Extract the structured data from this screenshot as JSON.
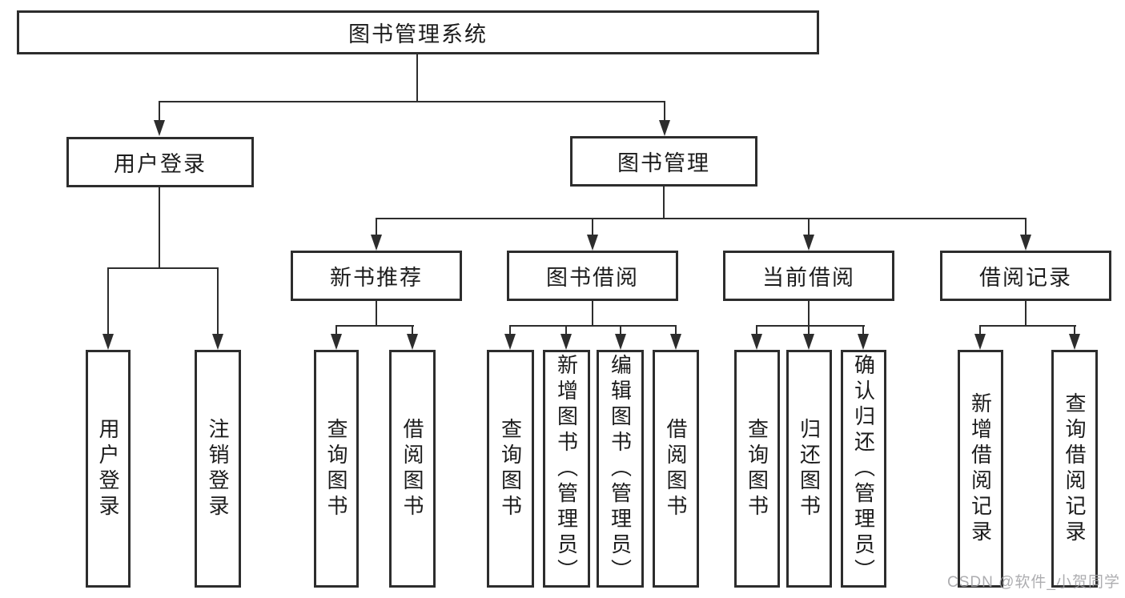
{
  "diagram": {
    "root": {
      "label": "图书管理系统"
    },
    "branches": {
      "user_login": {
        "label": "用户登录",
        "children": [
          "用户登录",
          "注销登录"
        ]
      },
      "book_mgmt": {
        "label": "图书管理",
        "children": {
          "new_book_rec": {
            "label": "新书推荐",
            "children": [
              "查询图书",
              "借阅图书"
            ]
          },
          "book_borrow": {
            "label": "图书借阅",
            "children": [
              "查询图书",
              "新增图书（管理员）",
              "编辑图书（管理员）",
              "借阅图书"
            ]
          },
          "current_borrow": {
            "label": "当前借阅",
            "children": [
              "查询图书",
              "归还图书",
              "确认归还（管理员）"
            ]
          },
          "borrow_records": {
            "label": "借阅记录",
            "children": [
              "新增借阅记录",
              "查询借阅记录"
            ]
          }
        }
      }
    }
  },
  "watermark": {
    "text": "CSDN @软件_小贺同学"
  },
  "colors": {
    "line": "#2d2d2d",
    "text": "#1c1c1c",
    "background": "#ffffff",
    "watermark": "#9f9fa3"
  }
}
